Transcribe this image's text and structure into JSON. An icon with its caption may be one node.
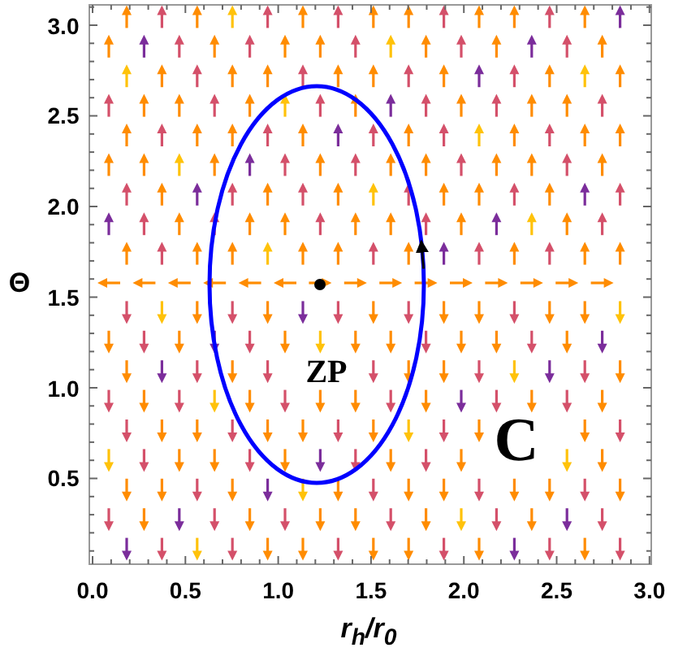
{
  "diagram": {
    "labels": [
      "3.0",
      "2.5",
      "2.0",
      "1.5",
      "Θ",
      "ZP",
      "1.0",
      "C",
      "0.5",
      "0.0",
      "0.5",
      "1.0",
      "1.5",
      "2.0",
      "2.5",
      "3.0",
      "r$_{h}$/r$_{0}$"
    ]
  }
}
